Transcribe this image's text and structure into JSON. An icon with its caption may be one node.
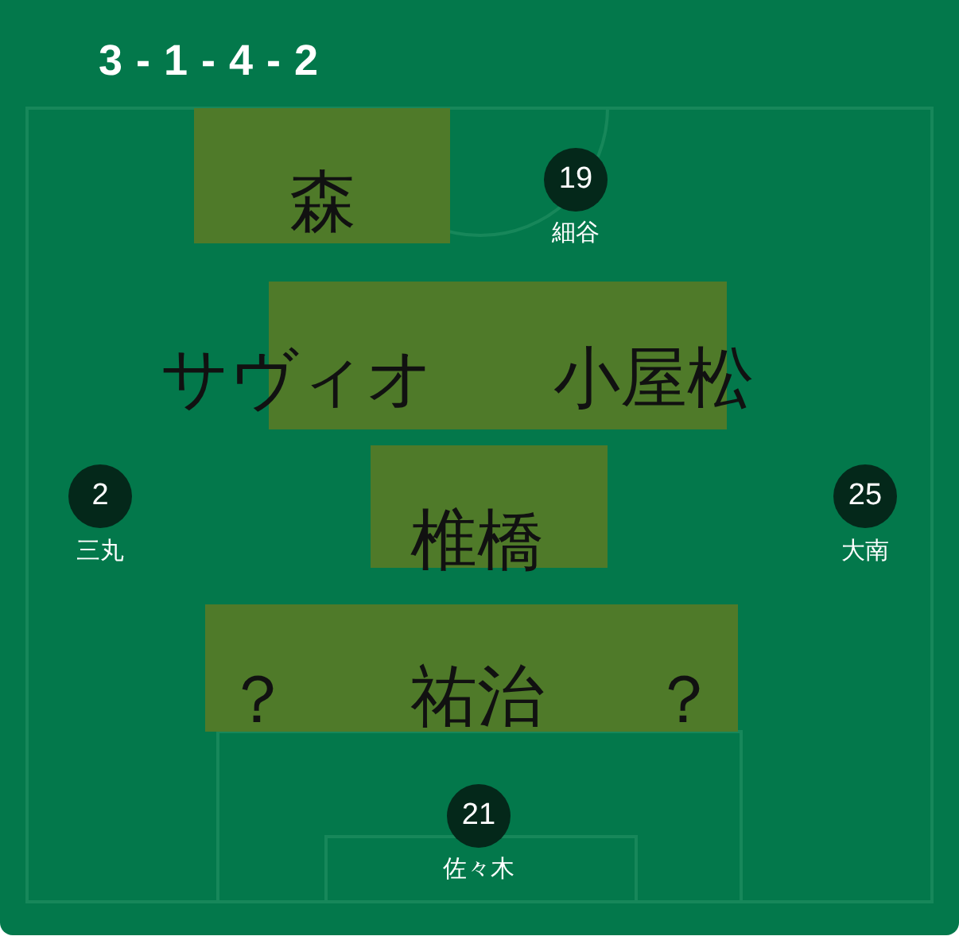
{
  "diagram": {
    "title": "3 - 1 - 4 - 2",
    "nodes": [
      {
        "text": [
          "森"
        ]
      },
      {
        "text": [
          "19"
        ],
        "beside": [
          "細谷"
        ]
      },
      {
        "text": [
          "サヴィオ",
          "小屋松"
        ]
      },
      {
        "text": [
          "2"
        ],
        "beside": [
          "三丸"
        ]
      },
      {
        "text": [
          "椎橋"
        ]
      },
      {
        "text": [
          "25"
        ],
        "beside": [
          "大南"
        ]
      },
      {
        "text": [
          "？",
          "祐治",
          "？"
        ]
      },
      {
        "text": [
          "21"
        ],
        "beside": [
          "佐々木"
        ]
      }
    ]
  }
}
